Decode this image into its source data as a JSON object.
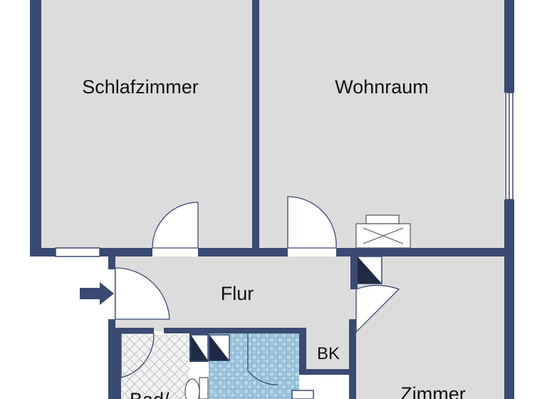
{
  "rooms": {
    "schlafzimmer": "Schlafzimmer",
    "wohnraum": "Wohnraum",
    "flur": "Flur",
    "bk": "BK",
    "zimmer": "Zimmer",
    "bad": "Bad/"
  },
  "colors": {
    "wall": "#3b4a72",
    "floor": "#dcdcdc",
    "tile": "#9fc6dc",
    "tile_line": "#6fa3c2",
    "arrow": "#3b4a72"
  },
  "icons": {
    "entrance": "entrance-arrow-icon",
    "door": "door-swing-icon",
    "window": "window-icon",
    "radiator": "heater-icon",
    "shaft": "shaft-icon",
    "toilet": "toilet-icon"
  }
}
